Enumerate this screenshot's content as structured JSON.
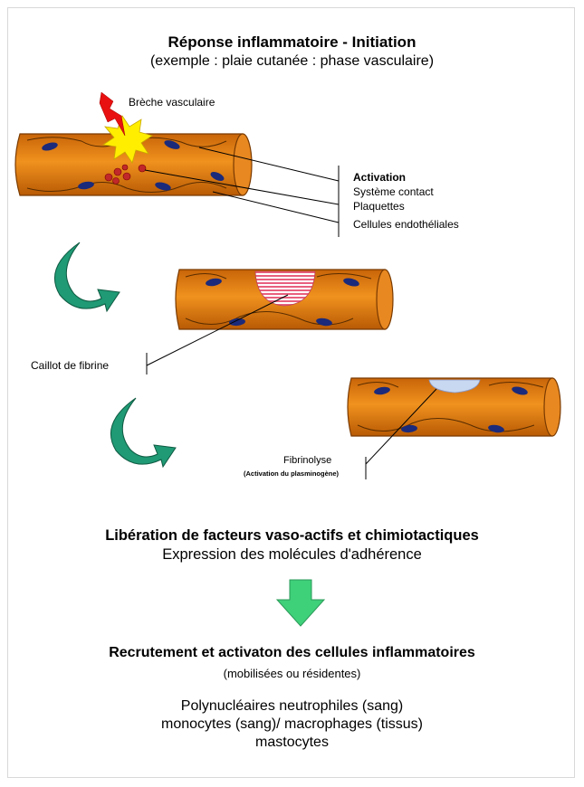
{
  "header": {
    "title": "Réponse inflammatoire - Initiation",
    "subtitle": "(exemple : plaie cutanée : phase vasculaire)"
  },
  "labels": {
    "breach": "Brèche vasculaire",
    "activation": "Activation",
    "contact_system": "Système contact",
    "platelets": "Plaquettes",
    "endothelial": "Cellules endothéliales",
    "fibrin_clot": "Caillot de fibrine",
    "fibrinolysis": "Fibrinolyse",
    "plasminogen": "(Activation du plasminogène)"
  },
  "section1": {
    "heading": "Libération de facteurs vaso-actifs et chimiotactiques",
    "subheading": "Expression des molécules d'adhérence"
  },
  "section2": {
    "heading": "Recrutement et activaton des cellules inflammatoires",
    "subheading": "(mobilisées ou résidentes)",
    "cells": [
      "Polynucléaires neutrophiles (sang)",
      "monocytes (sang)/ macrophages (tissus)",
      "mastocytes"
    ]
  },
  "colors": {
    "vessel": "#e07a10",
    "vessel_dark": "#a84f00",
    "nucleus": "#1b2a7a",
    "cell_border": "#5a2d00",
    "arrow_green": "#1f9a74",
    "down_arrow": "#3fd07a",
    "clot": "#f08aa0",
    "clot_lysed": "#c8d8f0",
    "blood": "#c0282a",
    "flash": "#ffee00",
    "bolt": "#e81010"
  }
}
